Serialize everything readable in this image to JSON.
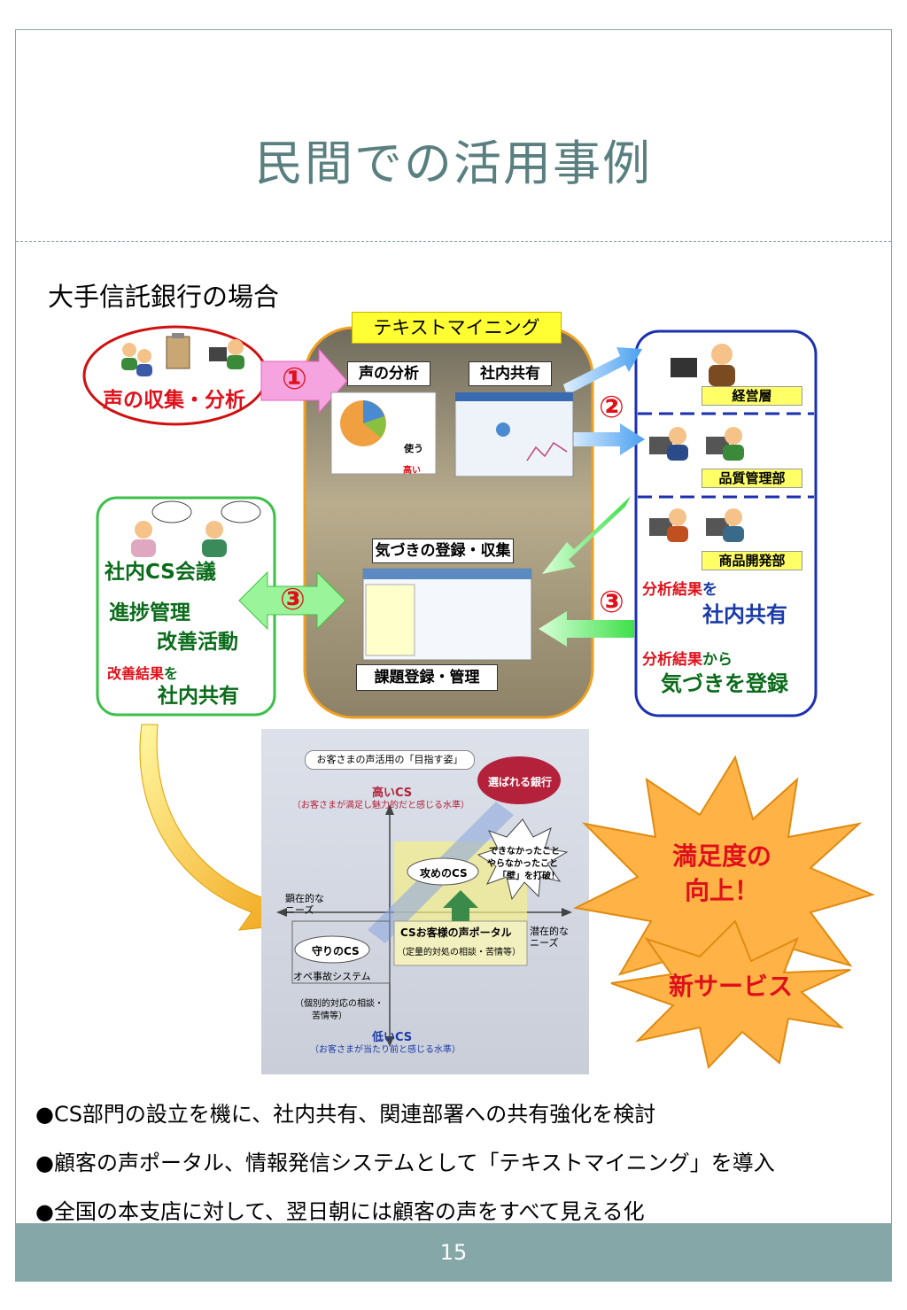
{
  "slide": {
    "title": "民間での活用事例",
    "subtitle": "大手信託銀行の場合",
    "page_number": "15"
  },
  "diagram": {
    "tm_label": "テキストマイニング",
    "voice_analysis": "声の分析",
    "internal_share": "社内共有",
    "awareness_register": "気づきの登録・収集",
    "issue_manage": "課題登録・管理",
    "collect_label": "声の収集・分析",
    "step1": "①",
    "step2": "②",
    "step3a": "③",
    "step3b": "③",
    "roles": {
      "management": "経営層",
      "quality": "品質管理部",
      "product": "商品開発部"
    },
    "right_texts": {
      "a1": "分析結果",
      "a2": "を",
      "a3": "社内共有",
      "b1": "分析結果",
      "b2": "から",
      "b3": "気づきを登録"
    },
    "left_texts": {
      "cs_meeting": "社内CS会議",
      "progress": "進捗管理",
      "improve": "改善活動",
      "result1": "改善結果",
      "result2": "を",
      "result3": "社内共有"
    },
    "screen_word1": "使う",
    "screen_word2": "高い"
  },
  "figure": {
    "heading": "お客さまの声活用の「目指す姿」",
    "high_cs": "高いCS",
    "high_cs_note": "（お客さまが満足し魅力的だと感じる水準）",
    "chosen_bank": "選ばれる銀行",
    "burst1": "できなかったこと",
    "burst2": "やらなかったこと",
    "burst3": "「壁」を打破！",
    "offense_cs": "攻めのCS",
    "explicit1": "顕在的な",
    "explicit2": "ニーズ",
    "latent1": "潜在的な",
    "latent2": "ニーズ",
    "portal": "CSお客様の声ポータル",
    "portal_note": "（定量的対処の相談・苦情等）",
    "defense_cs": "守りのCS",
    "ope_system": "オペ事故システム",
    "ope_note1": "（個別的対応の相談・",
    "ope_note2": "苦情等）",
    "low_cs": "低いCS",
    "low_cs_note": "（お客さまが当たり前と感じる水準）"
  },
  "callouts": {
    "satisfaction1": "満足度の",
    "satisfaction2": "向上！",
    "new_service": "新サービス"
  },
  "bullets": [
    "●CS部門の設立を機に、社内共有、関連部署への共有強化を検討",
    "●顧客の声ポータル、情報発信システムとして「テキストマイニング」を導入",
    "●全国の本支店に対して、翌日朝には顧客の声をすべて見える化"
  ],
  "colors": {
    "title": "#5a7f80",
    "footer": "#86a7a8",
    "accent_red": "#e0101a",
    "accent_green": "#0a6b1a",
    "accent_blue": "#1a3aa8",
    "burst": "#ffb347"
  }
}
